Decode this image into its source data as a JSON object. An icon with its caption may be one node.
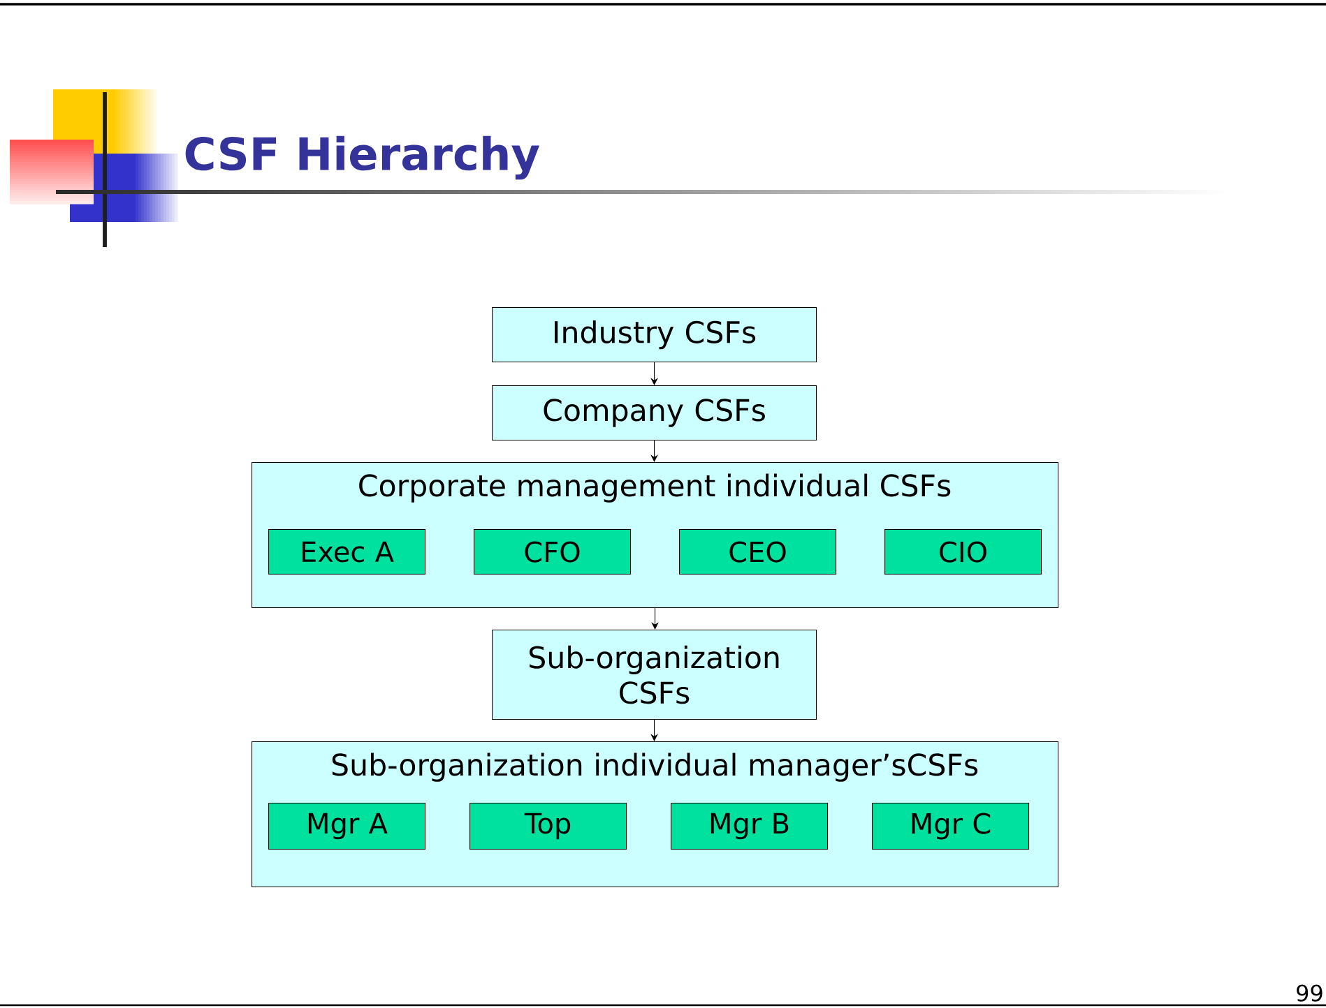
{
  "diagram": {
    "title": "CSF Hierarchy",
    "nodes": [
      {
        "text": [
          "Industry CSFs"
        ]
      },
      {
        "text": [
          "Company CSFs"
        ]
      },
      {
        "text": [
          "Corporate management individual CSFs"
        ]
      },
      {
        "text": [
          "Exec A"
        ],
        "in": 2
      },
      {
        "text": [
          "CFO"
        ],
        "in": 2
      },
      {
        "text": [
          "CEO"
        ],
        "in": 2
      },
      {
        "text": [
          "CIO"
        ],
        "in": 2
      },
      {
        "text": [
          "Sub-organization CSFs"
        ]
      },
      {
        "text": [
          "Sub-organization individual manager’sCSFs"
        ]
      },
      {
        "text": [
          "Mgr A"
        ],
        "in": 8
      },
      {
        "text": [
          "Top"
        ],
        "in": 8
      },
      {
        "text": [
          "Mgr B"
        ],
        "in": 8
      },
      {
        "text": [
          "Mgr C"
        ],
        "in": 8
      }
    ],
    "edges": [
      {
        "from": 0,
        "to": 1,
        "arrow": "to"
      },
      {
        "from": 1,
        "to": 2,
        "arrow": "to"
      },
      {
        "from": 2,
        "to": 7,
        "arrow": "to"
      },
      {
        "from": 7,
        "to": 8,
        "arrow": "to"
      }
    ],
    "labels": [
      "99"
    ]
  }
}
